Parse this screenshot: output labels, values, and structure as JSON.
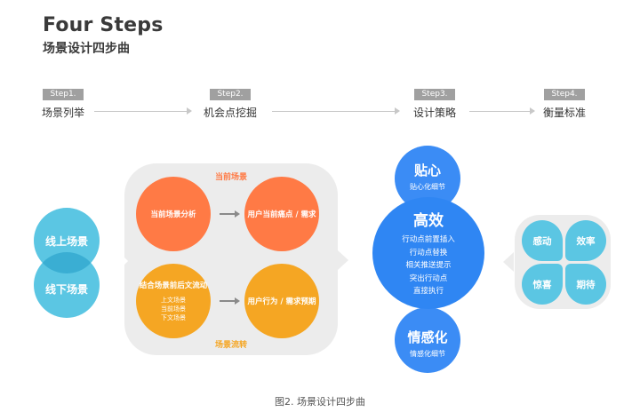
{
  "title": "Four Steps",
  "subtitle": "场景设计四步曲",
  "steps": [
    {
      "tag": "Step1.",
      "label": "场景列举"
    },
    {
      "tag": "Step2.",
      "label": "机会点挖掘"
    },
    {
      "tag": "Step3.",
      "label": "设计策略"
    },
    {
      "tag": "Step4.",
      "label": "衡量标准"
    }
  ],
  "left_circles": {
    "top": "线上场景",
    "bottom": "线下场景"
  },
  "middle": {
    "top_label": "当前场景",
    "bottom_label": "场景流转",
    "current_analysis": "当前场景分析",
    "user_pain": "用户当前痛点 / 需求",
    "combine_flow": "结合场景前后文流动",
    "combine_items": [
      "上文场景",
      "当前场景",
      "下文场景"
    ],
    "user_behavior": "用户行为 / 需求预期"
  },
  "right": {
    "tiexin_title": "贴心",
    "tiexin_sub": "贴心化细节",
    "gaoxiao_title": "高效",
    "gaoxiao_items": [
      "行动点前置插入",
      "行动点替换",
      "相关推送提示",
      "突出行动点",
      "直接执行"
    ],
    "qinggan_title": "情感化",
    "qinggan_sub": "情感化细节"
  },
  "measures": [
    "感动",
    "效率",
    "惊喜",
    "期待"
  ],
  "caption": "图2. 场景设计四步曲",
  "colors": {
    "cyan": "#5bc6e3",
    "orange_light": "#ff7a45",
    "orange_deep": "#f5a623",
    "blue": "#2f7bf0",
    "blue_mid": "#3b8cf5",
    "gray_box": "#ececec"
  }
}
